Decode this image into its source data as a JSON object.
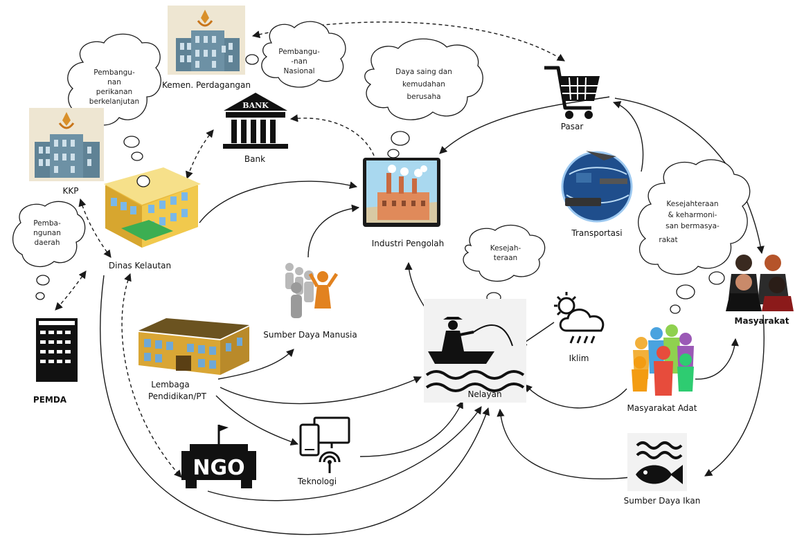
{
  "nodes": {
    "kemen": "Kemen. Perdagangan",
    "kkp": "KKP",
    "bank": "Bank",
    "pasar": "Pasar",
    "industri": "Industri Pengolah",
    "transportasi": "Transportasi",
    "dinas": "Dinas Kelautan",
    "pemda": "PEMDA",
    "sdm": "Sumber Daya Manusia",
    "lembaga_1": "Lembaga",
    "lembaga_2": "Pendidikan/PT",
    "ngo": "NGO",
    "teknologi": "Teknologi",
    "nelayan": "Nelayan",
    "iklim": "Iklim",
    "masyarakat_adat": "Masyarakat Adat",
    "masyarakat": "Masyarakat",
    "sdi": "Sumber Daya Ikan"
  },
  "bubbles": {
    "nasional": [
      "Pembangu-",
      "-nan",
      "Nasional"
    ],
    "perikanan": [
      "Pembangu-",
      "nan",
      "perikanan",
      "berkelanjutan"
    ],
    "daerah": [
      "Pemba-",
      "ngunan",
      "daerah"
    ],
    "daya_saing": [
      "Daya saing dan",
      "kemudahan",
      "berusaha"
    ],
    "kesejahteraan": [
      "Kesejah-",
      "teraan"
    ],
    "kesejahteraan_masyarakat": [
      "Kesejahteraan",
      "& keharmoni-",
      "san bermasya-",
      "rakat"
    ]
  },
  "icons": {
    "bank_sign": "BANK",
    "ngo_sign": "NGO"
  }
}
